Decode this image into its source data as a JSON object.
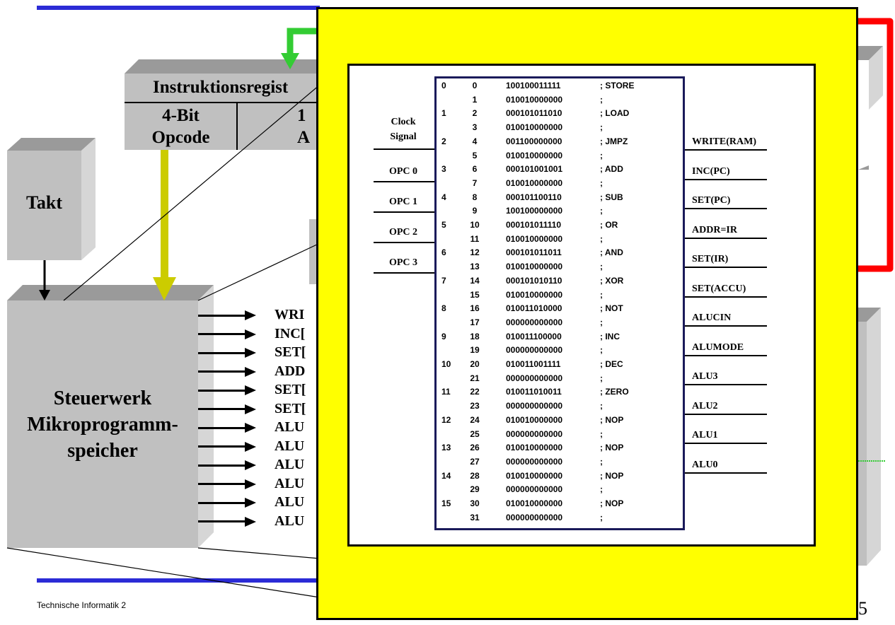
{
  "slide": {
    "footer_text": "Technische Informatik 2",
    "page_number_fragment": "5",
    "accent_blue": "#2b2bd6",
    "accent_green": "#33cc33",
    "accent_red": "#ff0000",
    "accent_olive": "#cccc00",
    "popup_color": "#ffff00"
  },
  "background": {
    "ir_title": "Instruktionsregist",
    "ir_opcode_bits": "4-Bit",
    "ir_opcode_label": "Opcode",
    "ir_addr_bits_fragment": "1",
    "ir_addr_label_fragment": "A",
    "takt_label": "Takt",
    "steuerwerk_line1": "Steuerwerk",
    "steuerwerk_line2": "Mikroprogramm-",
    "steuerwerk_line3": "speicher",
    "output_labels": [
      "WRI",
      "INC[",
      "SET[",
      "ADD",
      "SET[",
      "SET[",
      "ALU",
      "ALU",
      "ALU",
      "ALU",
      "ALU",
      "ALU"
    ]
  },
  "popup": {
    "input_signals": [
      {
        "line1": "Clock",
        "line2": "Signal"
      },
      {
        "line1": "OPC 0",
        "line2": ""
      },
      {
        "line1": "OPC 1",
        "line2": ""
      },
      {
        "line1": "OPC 2",
        "line2": ""
      },
      {
        "line1": "OPC 3",
        "line2": ""
      }
    ],
    "output_signals": [
      "WRITE(RAM)",
      "INC(PC)",
      "SET(PC)",
      "ADDR=IR",
      "SET(IR)",
      "SET(ACCU)",
      "ALUCIN",
      "ALUMODE",
      "ALU3",
      "ALU2",
      "ALU1",
      "ALU0"
    ],
    "microprogram": [
      {
        "opcode": "0",
        "addr": "0",
        "bits": "100100011111",
        "comment": "; STORE"
      },
      {
        "opcode": "",
        "addr": "1",
        "bits": "010010000000",
        "comment": ";"
      },
      {
        "opcode": "1",
        "addr": "2",
        "bits": "000101011010",
        "comment": "; LOAD"
      },
      {
        "opcode": "",
        "addr": "3",
        "bits": "010010000000",
        "comment": ";"
      },
      {
        "opcode": "2",
        "addr": "4",
        "bits": "001100000000",
        "comment": "; JMPZ"
      },
      {
        "opcode": "",
        "addr": "5",
        "bits": "010010000000",
        "comment": ";"
      },
      {
        "opcode": "3",
        "addr": "6",
        "bits": "000101001001",
        "comment": "; ADD"
      },
      {
        "opcode": "",
        "addr": "7",
        "bits": "010010000000",
        "comment": ";"
      },
      {
        "opcode": "4",
        "addr": "8",
        "bits": "000101100110",
        "comment": "; SUB"
      },
      {
        "opcode": "",
        "addr": "9",
        "bits": "100100000000",
        "comment": ";"
      },
      {
        "opcode": "5",
        "addr": "10",
        "bits": "000101011110",
        "comment": "; OR"
      },
      {
        "opcode": "",
        "addr": "11",
        "bits": "010010000000",
        "comment": ";"
      },
      {
        "opcode": "6",
        "addr": "12",
        "bits": "000101011011",
        "comment": "; AND"
      },
      {
        "opcode": "",
        "addr": "13",
        "bits": "010010000000",
        "comment": ";"
      },
      {
        "opcode": "7",
        "addr": "14",
        "bits": "000101010110",
        "comment": "; XOR"
      },
      {
        "opcode": "",
        "addr": "15",
        "bits": "010010000000",
        "comment": ";"
      },
      {
        "opcode": "8",
        "addr": "16",
        "bits": "010011010000",
        "comment": "; NOT"
      },
      {
        "opcode": "",
        "addr": "17",
        "bits": "000000000000",
        "comment": ";"
      },
      {
        "opcode": "9",
        "addr": "18",
        "bits": "010011100000",
        "comment": "; INC"
      },
      {
        "opcode": "",
        "addr": "19",
        "bits": "000000000000",
        "comment": ";"
      },
      {
        "opcode": "10",
        "addr": "20",
        "bits": "010011001111",
        "comment": "; DEC"
      },
      {
        "opcode": "",
        "addr": "21",
        "bits": "000000000000",
        "comment": ";"
      },
      {
        "opcode": "11",
        "addr": "22",
        "bits": "010011010011",
        "comment": "; ZERO"
      },
      {
        "opcode": "",
        "addr": "23",
        "bits": "000000000000",
        "comment": ";"
      },
      {
        "opcode": "12",
        "addr": "24",
        "bits": "010010000000",
        "comment": "; NOP"
      },
      {
        "opcode": "",
        "addr": "25",
        "bits": "000000000000",
        "comment": ";"
      },
      {
        "opcode": "13",
        "addr": "26",
        "bits": "010010000000",
        "comment": "; NOP"
      },
      {
        "opcode": "",
        "addr": "27",
        "bits": "000000000000",
        "comment": ";"
      },
      {
        "opcode": "14",
        "addr": "28",
        "bits": "010010000000",
        "comment": "; NOP"
      },
      {
        "opcode": "",
        "addr": "29",
        "bits": "000000000000",
        "comment": ";"
      },
      {
        "opcode": "15",
        "addr": "30",
        "bits": "010010000000",
        "comment": "; NOP"
      },
      {
        "opcode": "",
        "addr": "31",
        "bits": "000000000000",
        "comment": ";"
      }
    ]
  }
}
